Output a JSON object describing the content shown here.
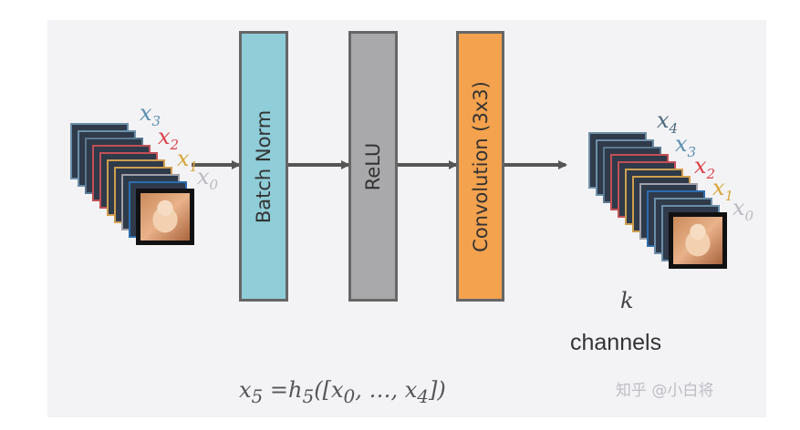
{
  "blocks": {
    "batch_norm": "Batch Norm",
    "relu": "ReLU",
    "convolution": "Convolution (3x3)"
  },
  "input_stack": {
    "labels": [
      {
        "base": "x",
        "sub": "3",
        "color": "#5a8fb0"
      },
      {
        "base": "x",
        "sub": "2",
        "color": "#d9434a"
      },
      {
        "base": "x",
        "sub": "1",
        "color": "#d9a53c"
      },
      {
        "base": "x",
        "sub": "0",
        "color": "#b9b9c0"
      }
    ]
  },
  "output_stack": {
    "labels": [
      {
        "base": "x",
        "sub": "4",
        "color": "#4d6a7e"
      },
      {
        "base": "x",
        "sub": "3",
        "color": "#5a8fb0"
      },
      {
        "base": "x",
        "sub": "2",
        "color": "#d9434a"
      },
      {
        "base": "x",
        "sub": "1",
        "color": "#d9a53c"
      },
      {
        "base": "x",
        "sub": "0",
        "color": "#b9b9c0"
      }
    ],
    "k": "k",
    "channels": "channels"
  },
  "caption": {
    "lhs": "x",
    "lhs_sub": "5",
    "eq": " =h",
    "h_sub": "5",
    "args_open": "([x",
    "x0_sub": "0",
    "mid": ", …, x",
    "x4_sub": "4",
    "args_close": "])"
  },
  "watermark": "知乎 @小白将",
  "colors": {
    "batch_norm_fill": "#8fcdd8",
    "relu_fill": "#a9a9ab",
    "conv_fill": "#f4a24e",
    "arrow": "#555555",
    "slab_fill": "#2f3a4a"
  }
}
